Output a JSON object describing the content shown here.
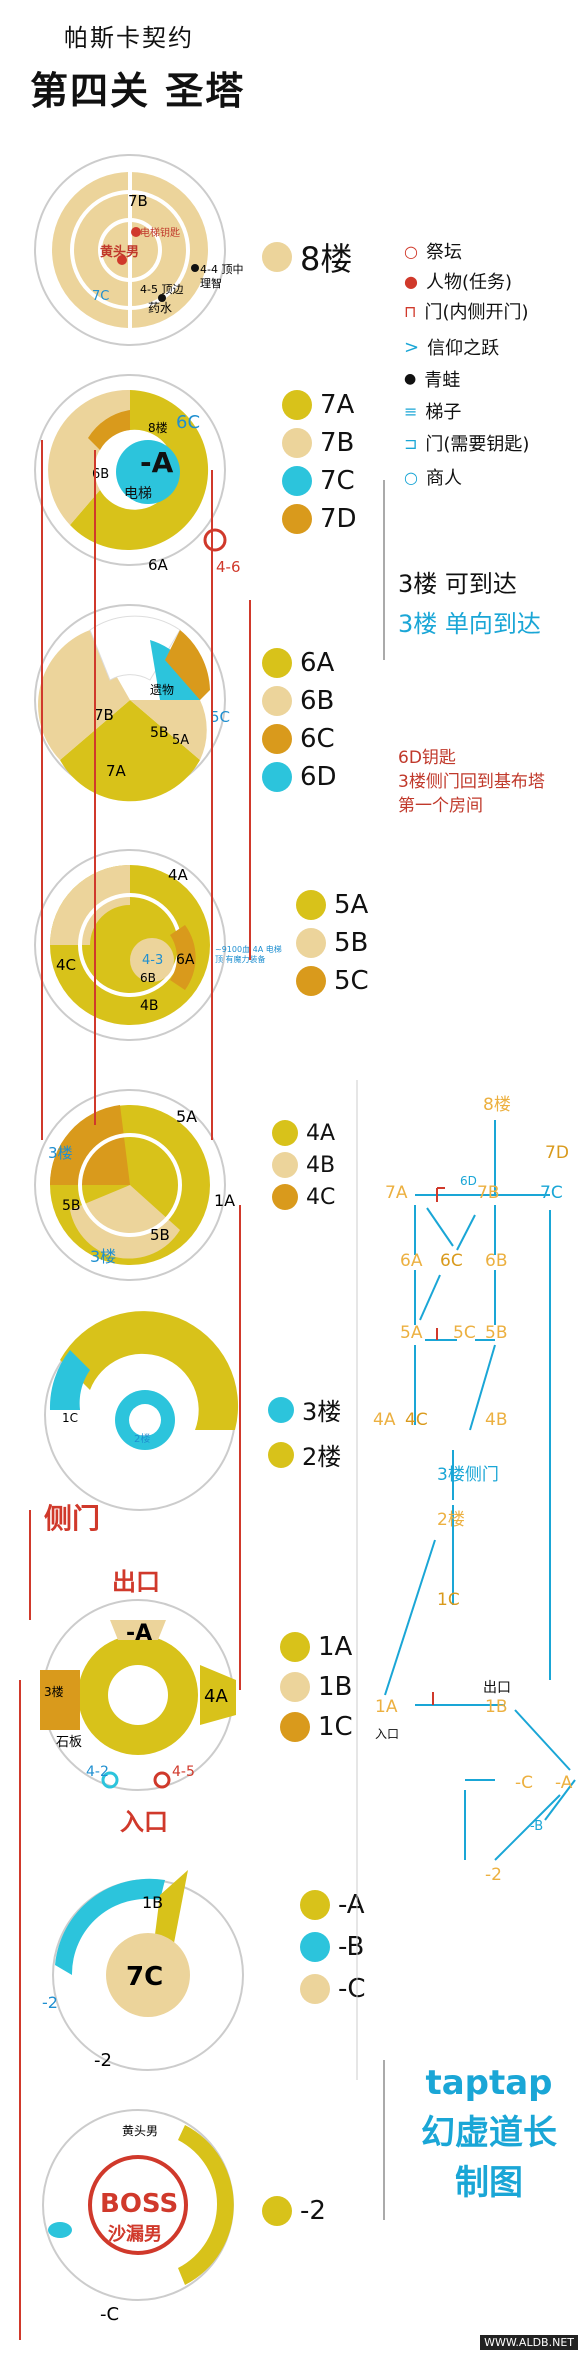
{
  "title": "帕斯卡契约",
  "subtitle": "第四关 圣塔",
  "colors": {
    "bright_yellow": "#d8c21a",
    "pale_tan": "#ecd49b",
    "amber": "#d99a1c",
    "cyan": "#2cc4dc",
    "red": "#d0392b",
    "blue": "#1f8fd0"
  },
  "floor_legends": [
    {
      "items": [
        {
          "label": "8楼",
          "color": "pale_tan"
        }
      ]
    },
    {
      "items": [
        {
          "label": "7A",
          "color": "bright_yellow"
        },
        {
          "label": "7B",
          "color": "pale_tan"
        },
        {
          "label": "7C",
          "color": "cyan"
        },
        {
          "label": "7D",
          "color": "amber"
        }
      ]
    },
    {
      "items": [
        {
          "label": "6A",
          "color": "bright_yellow"
        },
        {
          "label": "6B",
          "color": "pale_tan"
        },
        {
          "label": "6C",
          "color": "amber"
        },
        {
          "label": "6D",
          "color": "cyan"
        }
      ]
    },
    {
      "items": [
        {
          "label": "5A",
          "color": "bright_yellow"
        },
        {
          "label": "5B",
          "color": "pale_tan"
        },
        {
          "label": "5C",
          "color": "amber"
        }
      ]
    },
    {
      "items": [
        {
          "label": "4A",
          "color": "bright_yellow"
        },
        {
          "label": "4B",
          "color": "pale_tan"
        },
        {
          "label": "4C",
          "color": "amber"
        }
      ]
    },
    {
      "items": [
        {
          "label": "3楼",
          "color": "cyan"
        },
        {
          "label": "2楼",
          "color": "bright_yellow"
        }
      ]
    },
    {
      "items": [
        {
          "label": "1A",
          "color": "bright_yellow"
        },
        {
          "label": "1B",
          "color": "pale_tan"
        },
        {
          "label": "1C",
          "color": "amber"
        }
      ]
    },
    {
      "items": [
        {
          "label": "-A",
          "color": "bright_yellow"
        },
        {
          "label": "-B",
          "color": "cyan"
        },
        {
          "label": "-C",
          "color": "pale_tan"
        }
      ]
    },
    {
      "items": [
        {
          "label": "-2",
          "color": "bright_yellow"
        }
      ]
    }
  ],
  "symbol_key": [
    {
      "icon": "altar-icon",
      "label": "祭坛"
    },
    {
      "icon": "person-icon",
      "label": "人物(任务)"
    },
    {
      "icon": "door-inner-icon",
      "label": "门(内侧开门)"
    },
    {
      "icon": "faith-leap-icon",
      "label": "信仰之跃"
    },
    {
      "icon": "frog-icon",
      "label": "青蛙"
    },
    {
      "icon": "ladder-icon",
      "label": "梯子"
    },
    {
      "icon": "door-key-icon",
      "label": "门(需要钥匙)"
    },
    {
      "icon": "merchant-icon",
      "label": "商人"
    }
  ],
  "reach_notes": {
    "reachable": "3楼 可到达",
    "oneway": "3楼 单向到达"
  },
  "key_note": [
    "6D钥匙",
    "3楼侧门回到基布塔",
    "第一个房间"
  ],
  "credit": [
    "taptap",
    "幻虚道长",
    "制图"
  ],
  "watermark": "WWW.ALDB.NET",
  "map_labels": {
    "f8": {
      "room": "7B",
      "npc1": "电梯钥匙",
      "npc2": "黄头男",
      "note1": "4-4 顶中",
      "note1b": "理智",
      "note2": "4-5 顶边",
      "note2b": "药水",
      "link": "7C"
    },
    "f7": {
      "room_b": "8楼",
      "center": "-A",
      "center_sub": "电梯",
      "r6b": "6B",
      "r6a": "6A",
      "r6c": "6C",
      "code": "4-6"
    },
    "f6": {
      "r7b": "7B",
      "relic": "遗物",
      "r5b": "5B",
      "r5a": "5A",
      "r5c": "5C",
      "r7a": "7A"
    },
    "f5": {
      "r4a": "4A",
      "r4c": "4C",
      "code": "4-3",
      "r6b": "6B",
      "r6a": "6A",
      "r4b": "4B",
      "hint": "~9100血 4A 电梯顶 有魔力装备"
    },
    "f4": {
      "r5a": "5A",
      "f3": "3楼",
      "r5b1": "5B",
      "r1a": "1A",
      "f3b": "3楼",
      "r5b2": "5B"
    },
    "f3": {
      "r1c": "1C",
      "hub": "2楼",
      "side": "侧门"
    },
    "f1": {
      "exit": "出口",
      "ma": "-A",
      "f3": "3楼",
      "r4a": "4A",
      "stone": "石板",
      "c2": "4-2",
      "c5": "4-5",
      "entry": "入口"
    },
    "fb": {
      "r1b": "1B",
      "m2": "-2",
      "r7c": "7C",
      "m2b": "-2"
    },
    "f2": {
      "yellow": "黄头男",
      "boss": "BOSS",
      "bossname": "沙漏男",
      "mc": "-C"
    }
  },
  "graph_nodes": [
    "8楼",
    "7D",
    "7A",
    "7B",
    "7C",
    "6D",
    "6A",
    "6C",
    "6B",
    "5A",
    "5C",
    "5B",
    "4A",
    "4C",
    "4B",
    "3楼侧门",
    "2楼",
    "1C",
    "出口",
    "1A",
    "入口",
    "1B",
    "-C",
    "-A",
    "-B",
    "-2"
  ]
}
